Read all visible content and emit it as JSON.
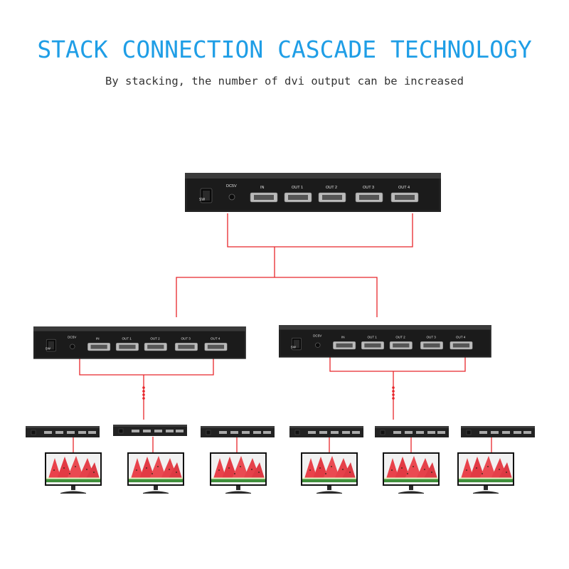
{
  "header": {
    "title": "STACK CONNECTION CASCADE TECHNOLOGY",
    "subtitle": "By stacking, the number of dvi output can be increased"
  },
  "splitter": {
    "sw_label": "SW",
    "power_label": "DC5V",
    "input_label": "IN",
    "output_labels": [
      "OUT 1",
      "OUT 2",
      "OUT 3",
      "OUT 4"
    ]
  },
  "colors": {
    "title": "#1f9ee6",
    "connection_line": "#e8262b",
    "device_body": "#1c1c1c"
  },
  "monitor_screen": "watermelon slices image",
  "tiers": {
    "top_splitters": 1,
    "middle_splitters": 2,
    "bottom_splitters": 6,
    "monitors": 6
  }
}
